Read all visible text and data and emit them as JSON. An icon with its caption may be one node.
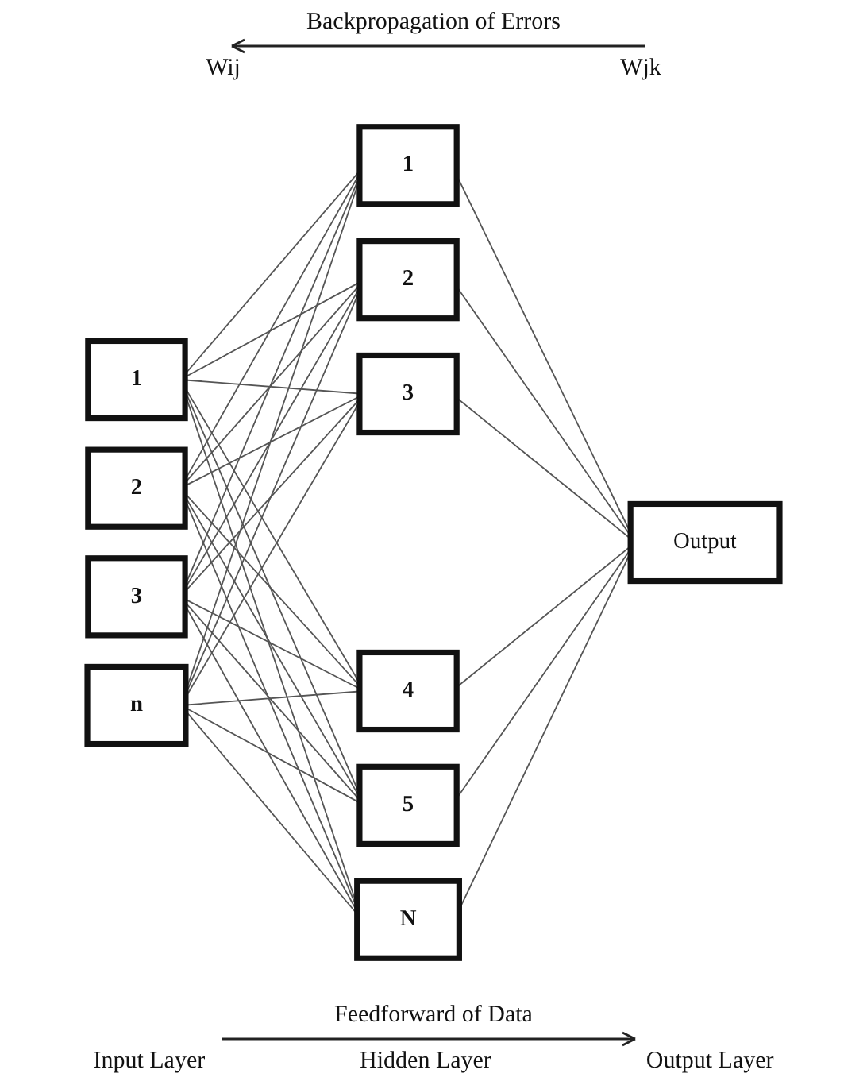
{
  "diagram": {
    "nodes": [
      {
        "text": [
          "1"
        ]
      },
      {
        "text": [
          "2"
        ]
      },
      {
        "text": [
          "3"
        ]
      },
      {
        "text": [
          "n"
        ]
      },
      {
        "text": [
          "1"
        ]
      },
      {
        "text": [
          "2"
        ]
      },
      {
        "text": [
          "3"
        ]
      },
      {
        "text": [
          "4"
        ]
      },
      {
        "text": [
          "5"
        ]
      },
      {
        "text": [
          "N"
        ]
      },
      {
        "text": [
          "Output"
        ]
      }
    ],
    "edges": [
      {
        "from": 0,
        "to": 4,
        "arrow": "none"
      },
      {
        "from": 0,
        "to": 5,
        "arrow": "none"
      },
      {
        "from": 0,
        "to": 6,
        "arrow": "none"
      },
      {
        "from": 0,
        "to": 7,
        "arrow": "none"
      },
      {
        "from": 0,
        "to": 8,
        "arrow": "none"
      },
      {
        "from": 0,
        "to": 9,
        "arrow": "none"
      },
      {
        "from": 1,
        "to": 4,
        "arrow": "none"
      },
      {
        "from": 1,
        "to": 5,
        "arrow": "none"
      },
      {
        "from": 1,
        "to": 6,
        "arrow": "none"
      },
      {
        "from": 1,
        "to": 7,
        "arrow": "none"
      },
      {
        "from": 1,
        "to": 8,
        "arrow": "none"
      },
      {
        "from": 1,
        "to": 9,
        "arrow": "none"
      },
      {
        "from": 2,
        "to": 4,
        "arrow": "none"
      },
      {
        "from": 2,
        "to": 5,
        "arrow": "none"
      },
      {
        "from": 2,
        "to": 6,
        "arrow": "none"
      },
      {
        "from": 2,
        "to": 7,
        "arrow": "none"
      },
      {
        "from": 2,
        "to": 8,
        "arrow": "none"
      },
      {
        "from": 2,
        "to": 9,
        "arrow": "none"
      },
      {
        "from": 3,
        "to": 4,
        "arrow": "none"
      },
      {
        "from": 3,
        "to": 5,
        "arrow": "none"
      },
      {
        "from": 3,
        "to": 6,
        "arrow": "none"
      },
      {
        "from": 3,
        "to": 7,
        "arrow": "none"
      },
      {
        "from": 3,
        "to": 8,
        "arrow": "none"
      },
      {
        "from": 3,
        "to": 9,
        "arrow": "none"
      },
      {
        "from": 4,
        "to": 10,
        "arrow": "none"
      },
      {
        "from": 5,
        "to": 10,
        "arrow": "none"
      },
      {
        "from": 6,
        "to": 10,
        "arrow": "none"
      },
      {
        "from": 7,
        "to": 10,
        "arrow": "none"
      },
      {
        "from": 8,
        "to": 10,
        "arrow": "none"
      },
      {
        "from": 9,
        "to": 10,
        "arrow": "none"
      }
    ],
    "labels": [
      "Backpropagation of Errors",
      "Wij",
      "Wjk",
      "Feedforward of Data",
      "Input Layer",
      "Hidden Layer",
      "Output Layer"
    ]
  }
}
